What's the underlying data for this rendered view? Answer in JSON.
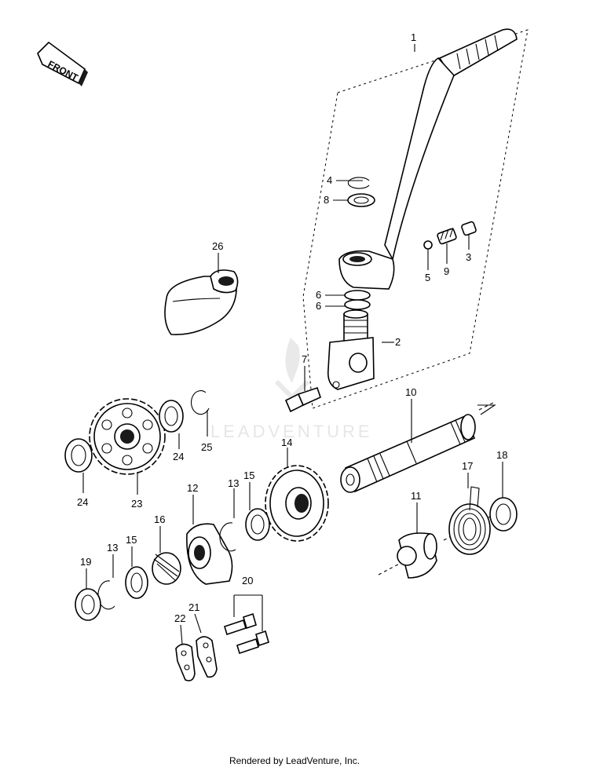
{
  "diagram": {
    "front_label": "FRONT",
    "watermark": "LEADVENTURE",
    "callouts": [
      "1",
      "2",
      "3",
      "4",
      "5",
      "6",
      "6",
      "7",
      "8",
      "9",
      "10",
      "11",
      "12",
      "13",
      "13",
      "14",
      "15",
      "15",
      "16",
      "17",
      "18",
      "19",
      "20",
      "21",
      "22",
      "23",
      "24",
      "24",
      "25",
      "26"
    ]
  },
  "footer": {
    "text": "Rendered by LeadVenture, Inc."
  }
}
